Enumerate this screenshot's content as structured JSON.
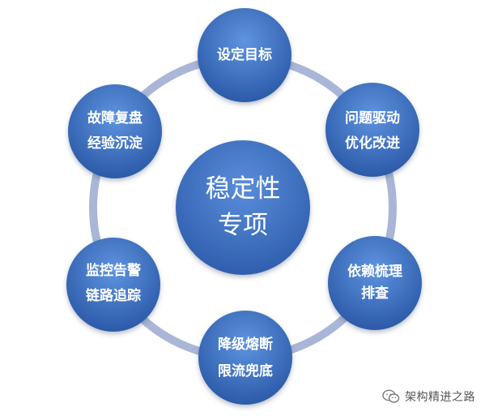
{
  "diagram": {
    "center": {
      "lines": [
        "稳定性",
        "专项"
      ]
    },
    "nodes": [
      {
        "id": "top",
        "lines": [
          "设定目标"
        ]
      },
      {
        "id": "upper-right",
        "lines": [
          "问题驱动",
          "优化改进"
        ]
      },
      {
        "id": "lower-right",
        "lines": [
          "依赖梳理",
          "排查"
        ]
      },
      {
        "id": "bottom",
        "lines": [
          "降级熔断",
          "限流兜底"
        ]
      },
      {
        "id": "lower-left",
        "lines": [
          "监控告警",
          "链路追踪"
        ]
      },
      {
        "id": "upper-left",
        "lines": [
          "故障复盘",
          "经验沉淀"
        ]
      }
    ]
  },
  "watermark": {
    "text": "架构精进之路",
    "icon": "wechat-icon"
  },
  "colors": {
    "ring": "#a9b6d8",
    "node_light": "#5a8bd6",
    "node_dark": "#2e5fae",
    "text": "#ffffff"
  }
}
